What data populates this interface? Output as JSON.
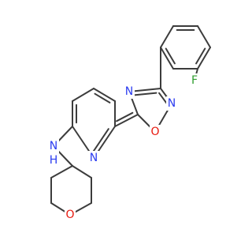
{
  "colors": {
    "bond": "#3c3c3c",
    "nitrogen": "#2b3cf0",
    "oxygen": "#e8180d",
    "fluorine": "#2f9e2f",
    "carbon": "#3c3c3c"
  },
  "atoms": {
    "f": "F",
    "n_oxd4": "N",
    "n_oxd2": "N",
    "o_oxd": "O",
    "n_pyr": "N",
    "n_amine": "N",
    "h_amine": "H",
    "o_thp": "O"
  }
}
